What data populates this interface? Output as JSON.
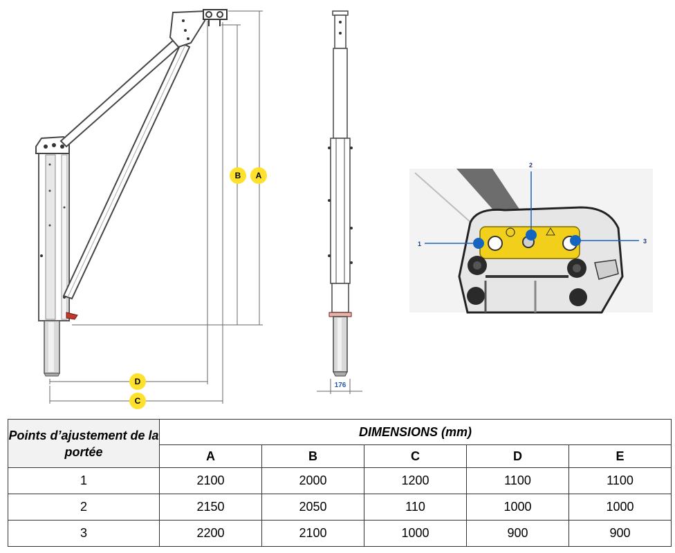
{
  "diagram": {
    "dimension_markers": [
      "A",
      "B",
      "C",
      "D"
    ],
    "width_dimension": "176",
    "callouts": [
      "1",
      "2",
      "3"
    ],
    "marker_color": "#fde12c",
    "callout_color": "#1565c0"
  },
  "table": {
    "row_header_title": "Points d’ajustement de la portée",
    "group_header": "DIMENSIONS (mm)",
    "columns": [
      "A",
      "B",
      "C",
      "D",
      "E"
    ],
    "rows": [
      {
        "point": "1",
        "values": [
          "2100",
          "2000",
          "1200",
          "1100",
          "1100"
        ]
      },
      {
        "point": "2",
        "values": [
          "2150",
          "2050",
          "110",
          "1000",
          "1000"
        ]
      },
      {
        "point": "3",
        "values": [
          "2200",
          "2100",
          "1000",
          "900",
          "900"
        ]
      }
    ]
  }
}
